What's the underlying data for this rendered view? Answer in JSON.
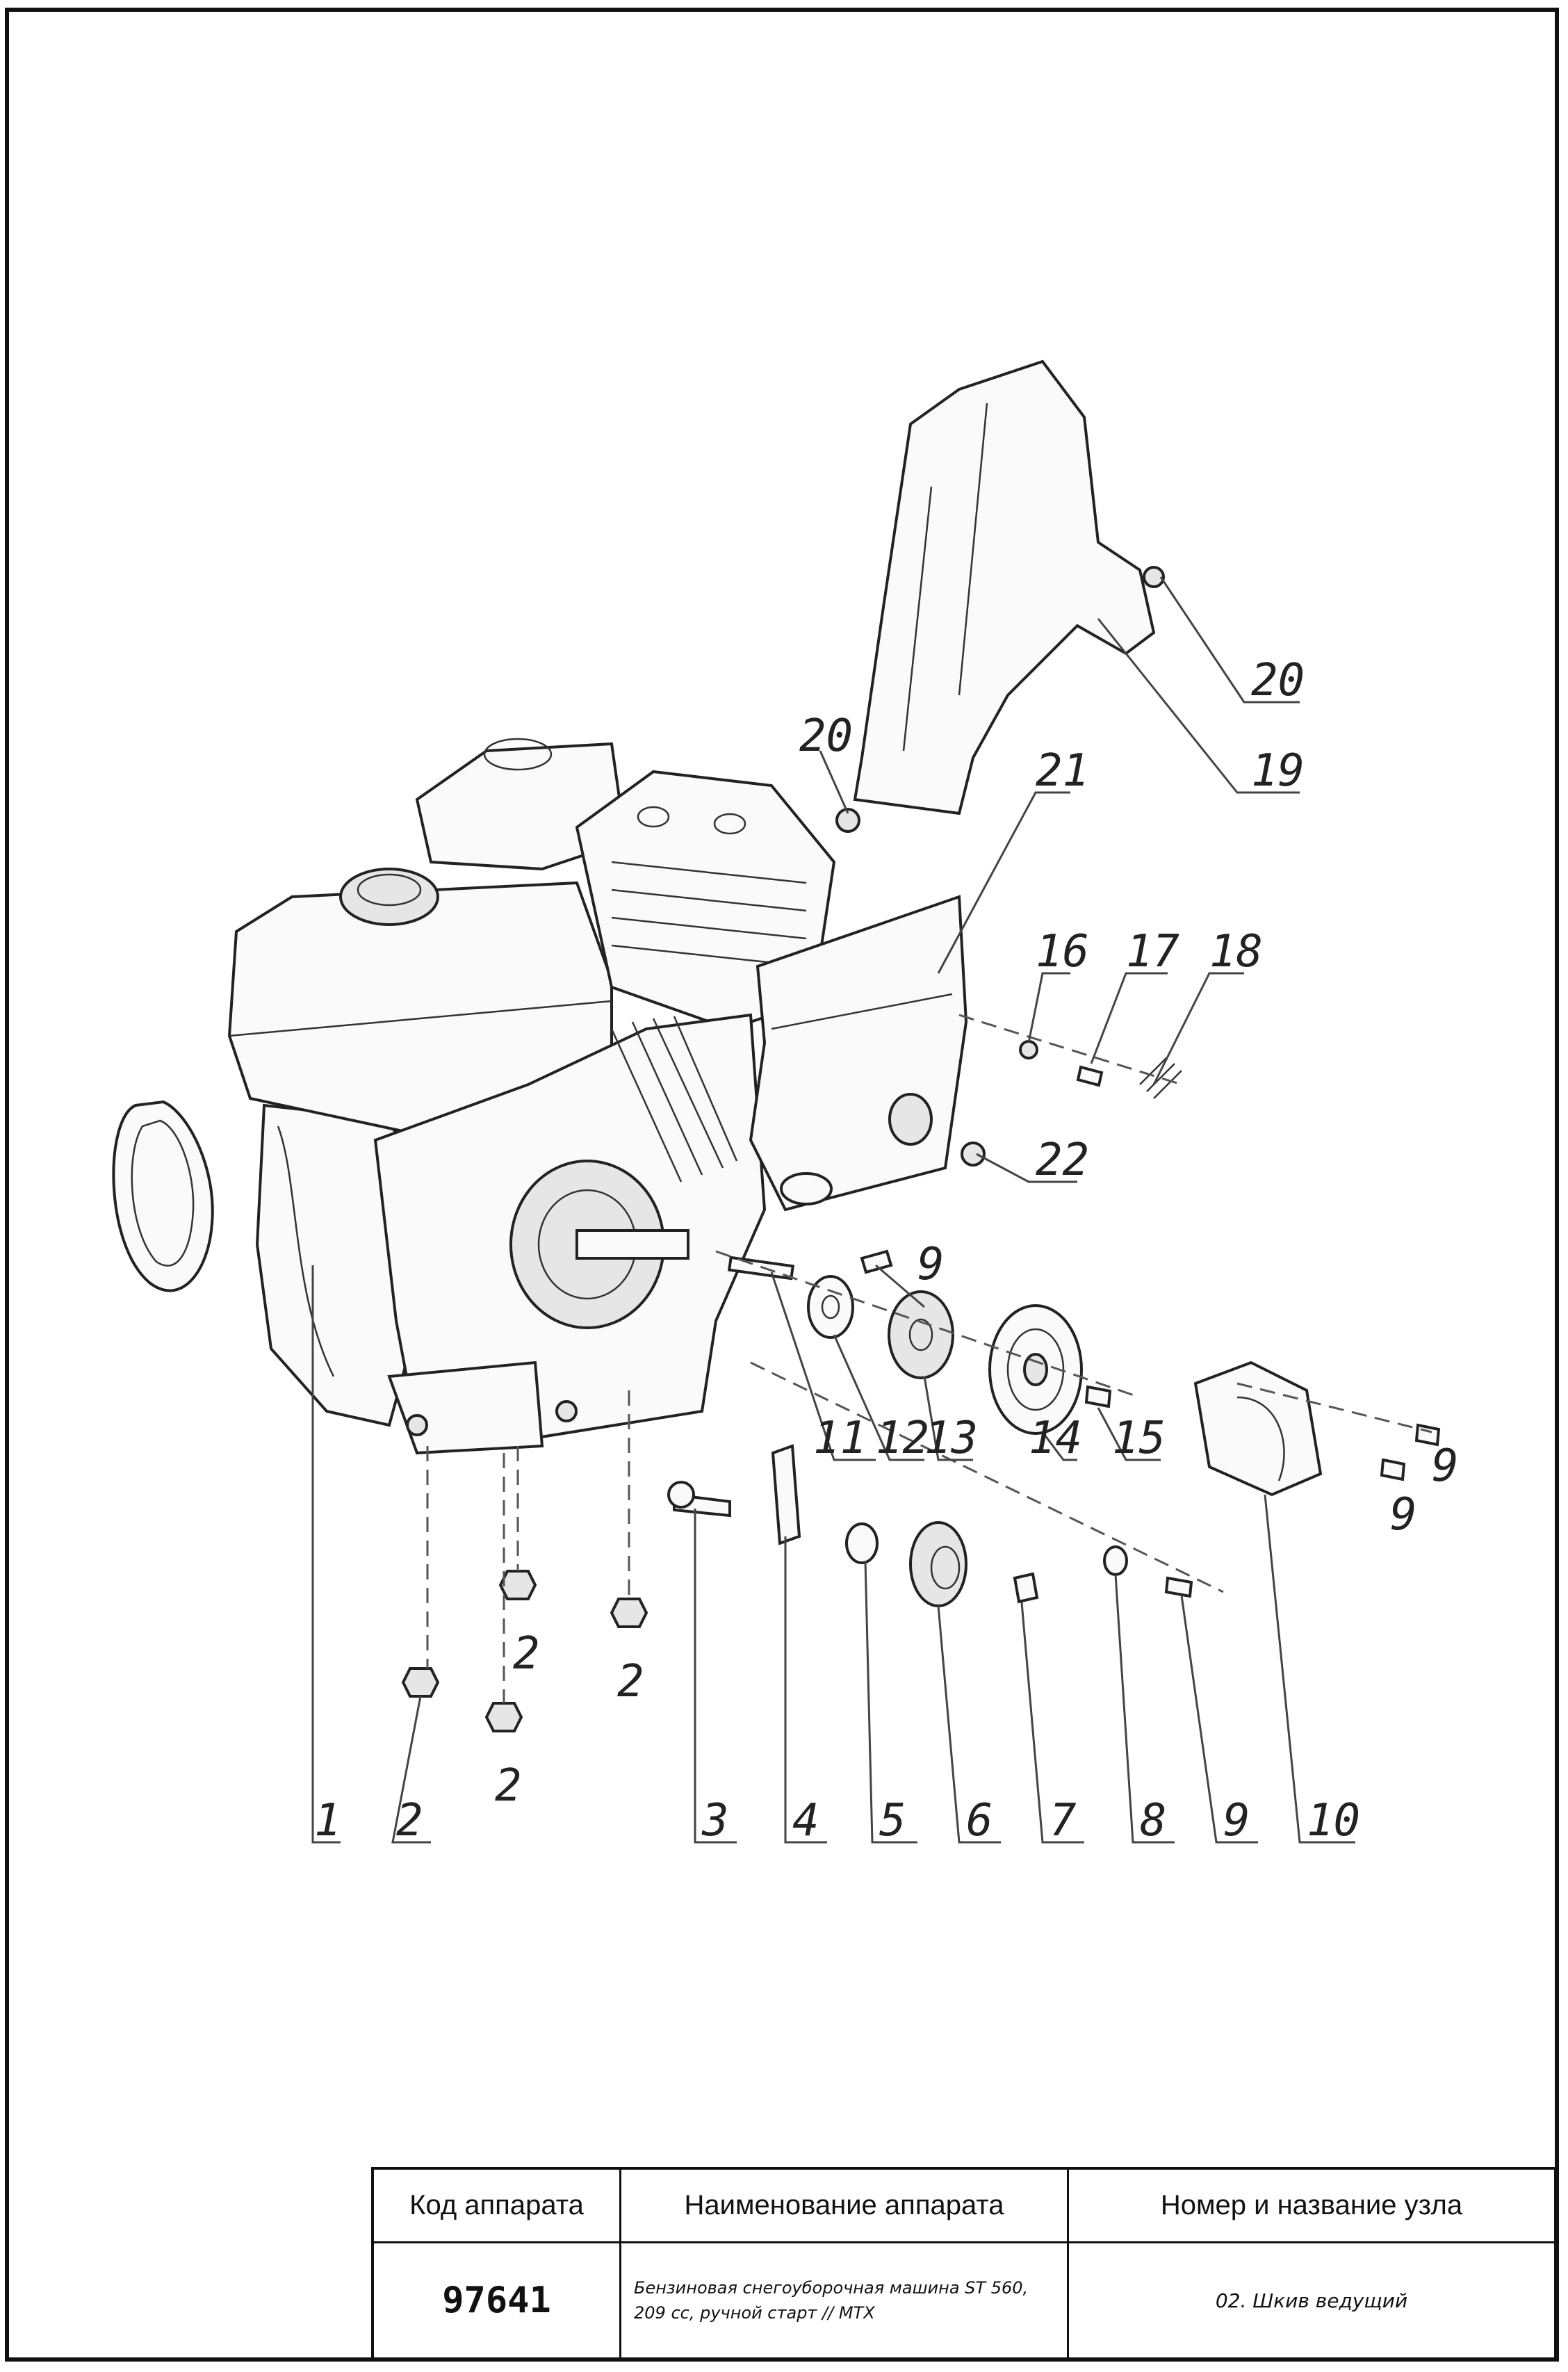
{
  "callouts": {
    "c1": "1",
    "c2a": "2",
    "c2b": "2",
    "c2c": "2",
    "c2d": "2",
    "c3": "3",
    "c4": "4",
    "c5": "5",
    "c6": "6",
    "c7": "7",
    "c8": "8",
    "c9a": "9",
    "c9b": "9",
    "c9c": "9",
    "c9d": "9",
    "c10": "10",
    "c11": "11",
    "c12": "12",
    "c13": "13",
    "c14": "14",
    "c15": "15",
    "c16": "16",
    "c17": "17",
    "c18": "18",
    "c19": "19",
    "c20a": "20",
    "c20b": "20",
    "c21": "21",
    "c22": "22"
  },
  "title_block": {
    "header_code": "Код аппарата",
    "header_name": "Наименование аппарата",
    "header_node": "Номер и название узла",
    "code": "97641",
    "name_line1": "Бензиновая снегоуборочная машина ST 560,",
    "name_line2": "209 cc, ручной старт // MTX",
    "node": "02. Шкив ведущий"
  }
}
